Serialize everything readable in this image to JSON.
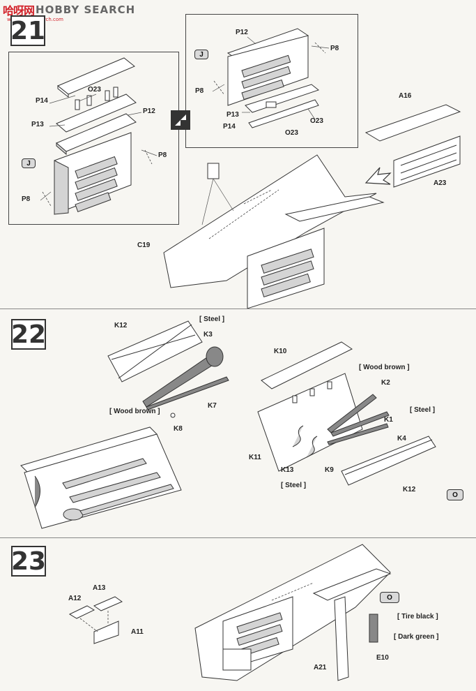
{
  "watermark": {
    "logo": "哈呀网",
    "text": "HOBBY SEARCH",
    "url": "www.hobbysearch.com"
  },
  "steps": {
    "s21": {
      "number": "21"
    },
    "s22": {
      "number": "22"
    },
    "s23": {
      "number": "23"
    }
  },
  "step21": {
    "left_panel": {
      "badge": "J",
      "labels": {
        "p14": "P14",
        "o23": "O23",
        "p13": "P13",
        "p12": "P12",
        "p8a": "P8",
        "p8b": "P8"
      }
    },
    "right_panel": {
      "badge": "J",
      "labels": {
        "p12": "P12",
        "p8a": "P8",
        "p8b": "P8",
        "p13": "P13",
        "p14": "P14",
        "o23a": "O23",
        "o23b": "O23"
      }
    },
    "labels": {
      "a16": "A16",
      "a23": "A23",
      "c19": "C19"
    }
  },
  "step22": {
    "labels": {
      "k12a": "K12",
      "steel1": "[ Steel ]",
      "k3": "K3",
      "wood1": "[ Wood brown ]",
      "k7": "K7",
      "k8": "K8",
      "k10": "K10",
      "wood2": "[ Wood brown ]",
      "k2": "K2",
      "steel2": "[ Steel ]",
      "k1": "K1",
      "k4": "K4",
      "k11": "K11",
      "k13": "K13",
      "k9": "K9",
      "steel3": "[ Steel ]",
      "k12b": "K12"
    },
    "badge": "O"
  },
  "step23": {
    "labels": {
      "a13": "A13",
      "a12": "A12",
      "a11": "A11",
      "tire": "[ Tire black ]",
      "green": "[ Dark green ]",
      "e10": "E10",
      "a21": "A21"
    },
    "badge": "O"
  }
}
